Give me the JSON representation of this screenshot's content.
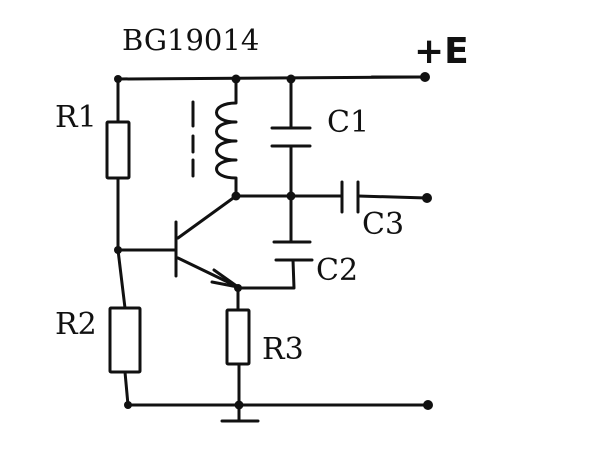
{
  "diagram": {
    "title": "BG19014",
    "supply_label": "+E",
    "components": {
      "r1": "R1",
      "r2": "R2",
      "r3": "R3",
      "c1": "C1",
      "c2": "C2",
      "c3": "C3"
    }
  },
  "colors": {
    "wire": "#111111",
    "background": "#ffffff"
  }
}
